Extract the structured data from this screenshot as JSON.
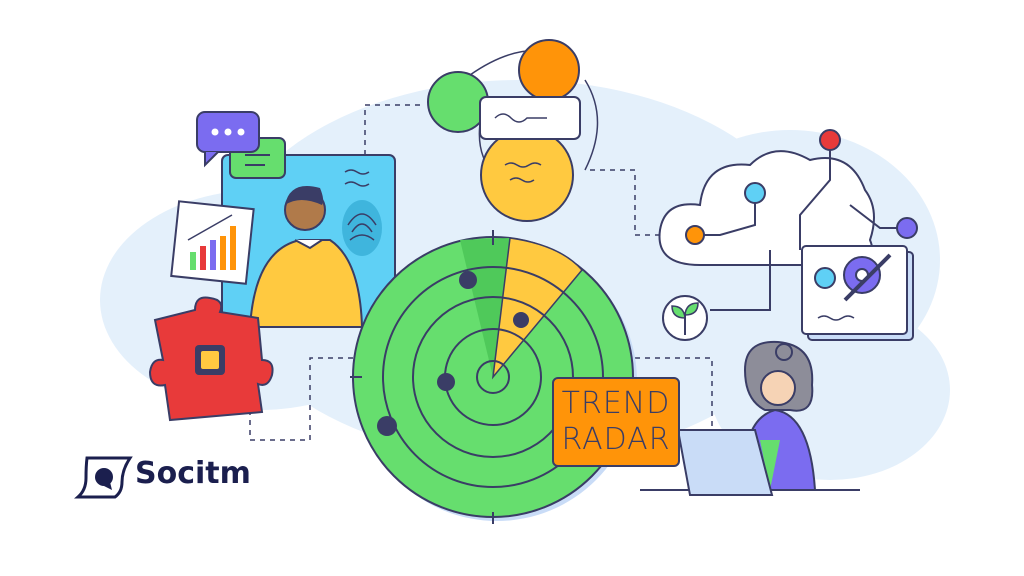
{
  "logo": {
    "text": "Socitm"
  },
  "radar_label": {
    "line1": "TREND",
    "line2": "RADAR"
  },
  "colors": {
    "radar_green": "#66de6e",
    "radar_sweep": "#ffc940",
    "label_orange": "#ff9409",
    "outline": "#3a3d66",
    "background_blob": "#e4f0fb",
    "brand_navy": "#1b1f4e"
  },
  "icons": [
    "chat-bubble-icon",
    "chart-icon",
    "fingerprint-icon",
    "puzzle-icon",
    "cloud-network-icon",
    "gear-icon",
    "wrench-icon",
    "plant-icon",
    "laptop-icon"
  ]
}
